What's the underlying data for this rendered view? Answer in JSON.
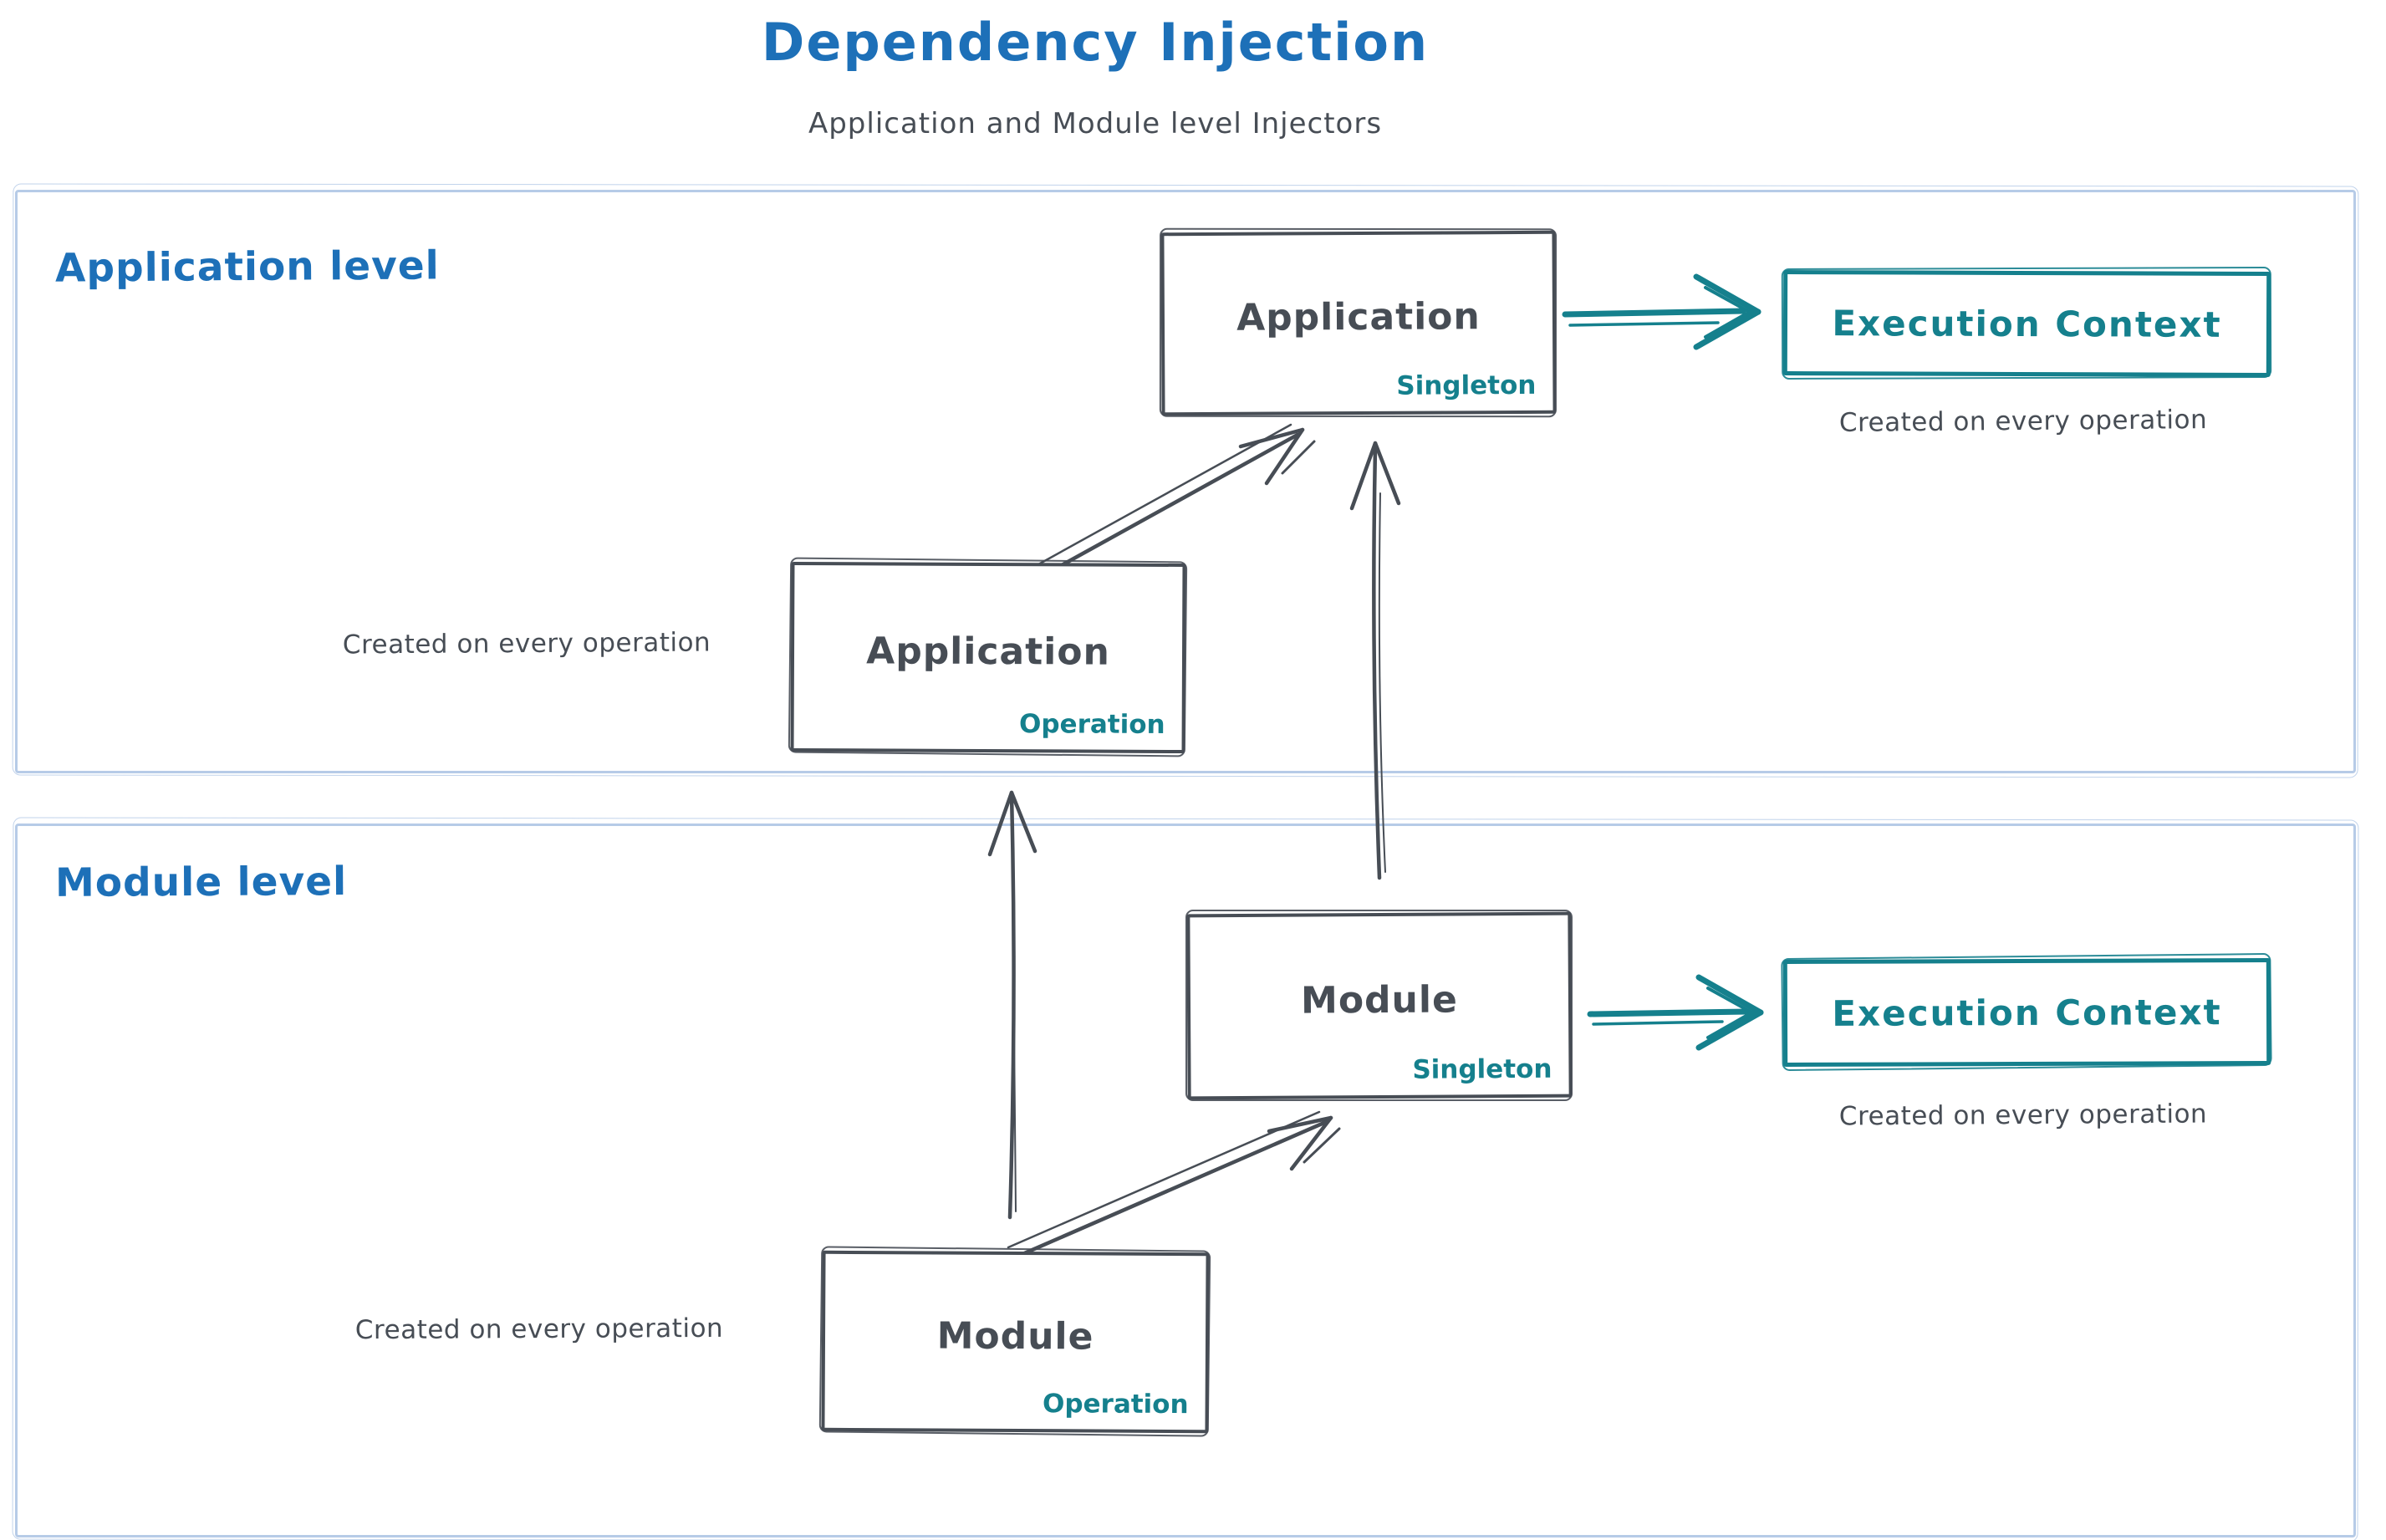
{
  "header": {
    "title": "Dependency Injection",
    "subtitle": "Application and Module level Injectors"
  },
  "colors": {
    "title_blue": "#1d70b8",
    "teal_accent": "#15808d",
    "ink_dark": "#474d55",
    "frame_light_blue": "#b6cbe7",
    "background": "#ffffff"
  },
  "sections": [
    {
      "id": "application",
      "label": "Application level",
      "singleton": {
        "name": "Application",
        "scope": "Singleton"
      },
      "operation": {
        "name": "Application",
        "scope": "Operation"
      },
      "operation_note": "Created on every operation",
      "execution_context": {
        "label": "Execution Context",
        "note": "Created on every operation"
      }
    },
    {
      "id": "module",
      "label": "Module level",
      "singleton": {
        "name": "Module",
        "scope": "Singleton"
      },
      "operation": {
        "name": "Module",
        "scope": "Operation"
      },
      "operation_note": "Created on every operation",
      "execution_context": {
        "label": "Execution Context",
        "note": "Created on every operation"
      }
    }
  ]
}
